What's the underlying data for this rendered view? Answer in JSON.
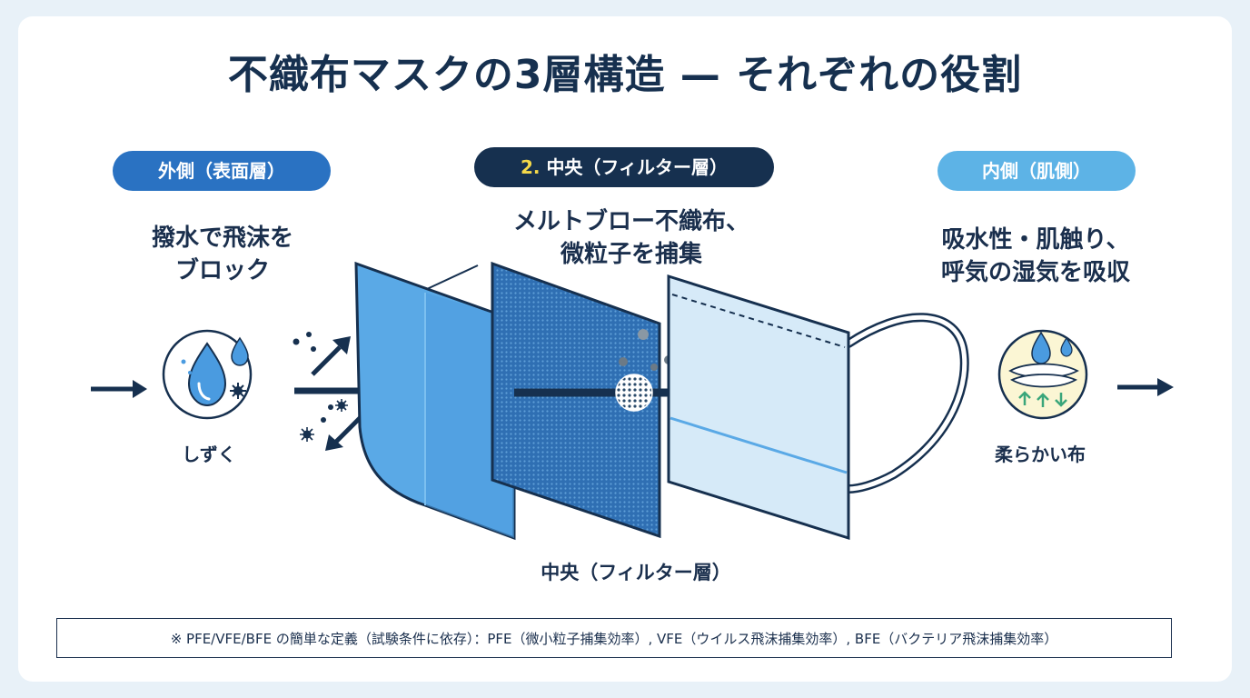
{
  "title": "不織布マスクの3層構造 — それぞれの役割",
  "layers": {
    "outer": {
      "label": "外側（表面層）",
      "description_line1": "撥水で飛沫を",
      "description_line2": "ブロック",
      "icon_label": "しずく",
      "icon": "droplet-icon"
    },
    "center": {
      "number": "2.",
      "label": "中央（フィルター層）",
      "description_line1": "メルトブロー不織布、",
      "description_line2": "微粒子を捕集",
      "bottom_label": "中央（フィルター層）"
    },
    "inner": {
      "label": "内側（肌側）",
      "description_line1": "吸水性・肌触り、",
      "description_line2": "呼気の湿気を吸収",
      "icon_label": "柔らかい布",
      "icon": "soft-cloth-icon"
    }
  },
  "footnote": "※ PFE/VFE/BFE の簡単な定義（試験条件に依存）：PFE（微小粒子捕集効率）, VFE（ウイルス飛沫捕集効率）, BFE（バクテリア飛沫捕集効率）",
  "colors": {
    "navy": "#16304f",
    "outer_blue": "#2a72c2",
    "light_blue": "#5db3e6",
    "panel_blue": "#6cb4ea",
    "inner_panel": "#d6eaf8",
    "filter_blue": "#2b6cb0"
  }
}
